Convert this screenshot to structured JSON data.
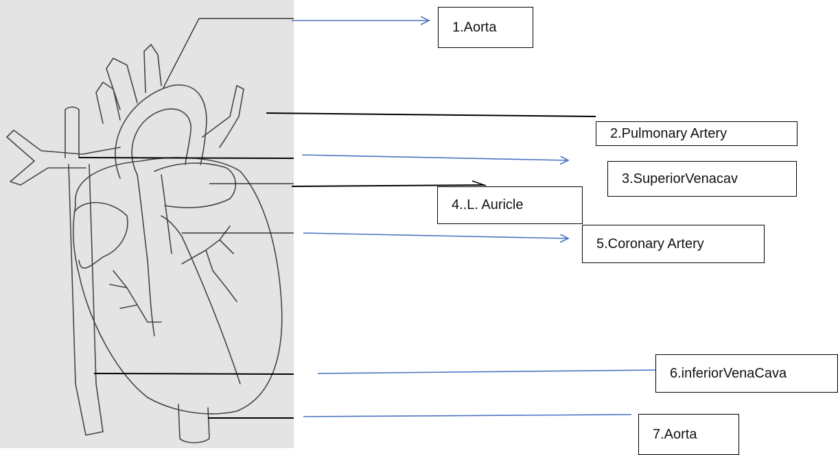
{
  "labels": {
    "l1": "1.Aorta",
    "l2": "2.Pulmonary Artery",
    "l3": "3.SuperiorVenacav",
    "l4": "4..L. Auricle",
    "l5": "5.Coronary Artery",
    "l6": "6.inferiorVenaCava",
    "l7": "7.Aorta"
  },
  "colors": {
    "paper": "#e4e4e4",
    "pencil": "#444444",
    "leader_black": "#000000",
    "leader_blue": "#4a72c0"
  }
}
